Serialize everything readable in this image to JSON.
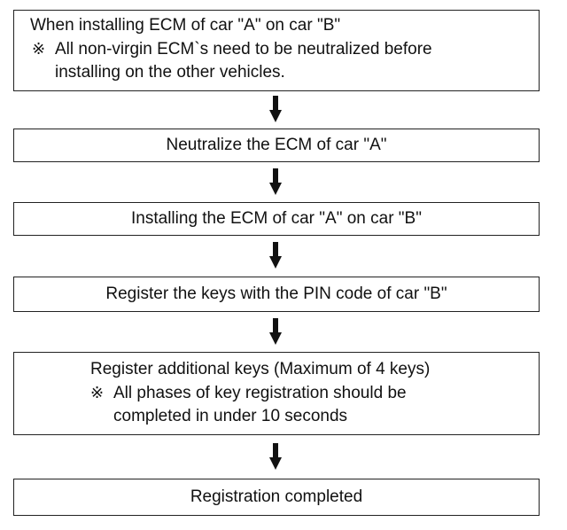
{
  "steps": [
    {
      "title": "When installing ECM of car \"A\" on car \"B\"",
      "note_mark": "※",
      "note_line1": "All non-virgin ECM`s need to be neutralized before",
      "note_line2": "installing on the other vehicles."
    },
    {
      "text": "Neutralize the ECM of car \"A\""
    },
    {
      "text": "Installing the ECM of car \"A\" on car \"B\""
    },
    {
      "text": "Register the keys with the PIN code of car \"B\""
    },
    {
      "title": "Register additional keys (Maximum of 4 keys)",
      "note_mark": "※",
      "note_line1": "All phases of key registration should be",
      "note_line2": "completed in under 10 seconds"
    },
    {
      "text": "Registration completed"
    }
  ]
}
